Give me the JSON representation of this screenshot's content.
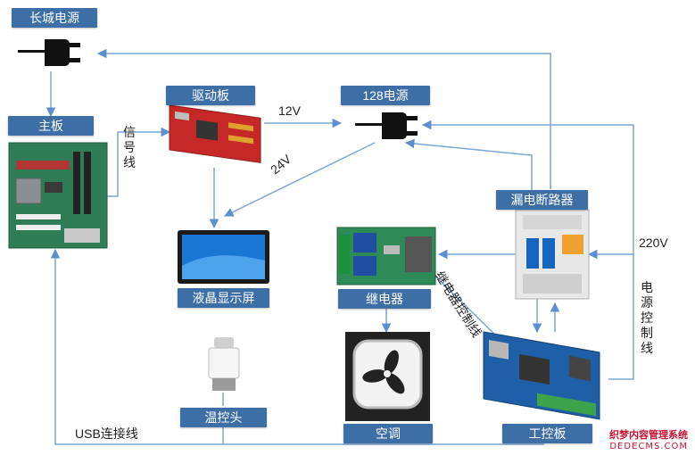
{
  "labels": {
    "great_wall_power": "长城电源",
    "mainboard": "主板",
    "driver_board": "驱动板",
    "power_128": "128电源",
    "lcd": "液晶显示屏",
    "leakage_breaker": "漏电断路器",
    "relay": "继电器",
    "temp_head": "温控头",
    "aircon": "空调",
    "ipc_board": "工控板"
  },
  "connectors": {
    "signal_line": "信号线",
    "v12": "12V",
    "v24": "24V",
    "v220": "220V",
    "relay_control_line": "继电器控制线",
    "power_control_line": "电源控制线",
    "usb_line": "USB连接线"
  },
  "watermark": {
    "line1": "织梦内容管理系统",
    "line2": "DEDECMS.COM"
  },
  "colors": {
    "label_bg": "#3d6fa6",
    "line": "#7aa6d6",
    "arrow": "#5b8fd0"
  }
}
